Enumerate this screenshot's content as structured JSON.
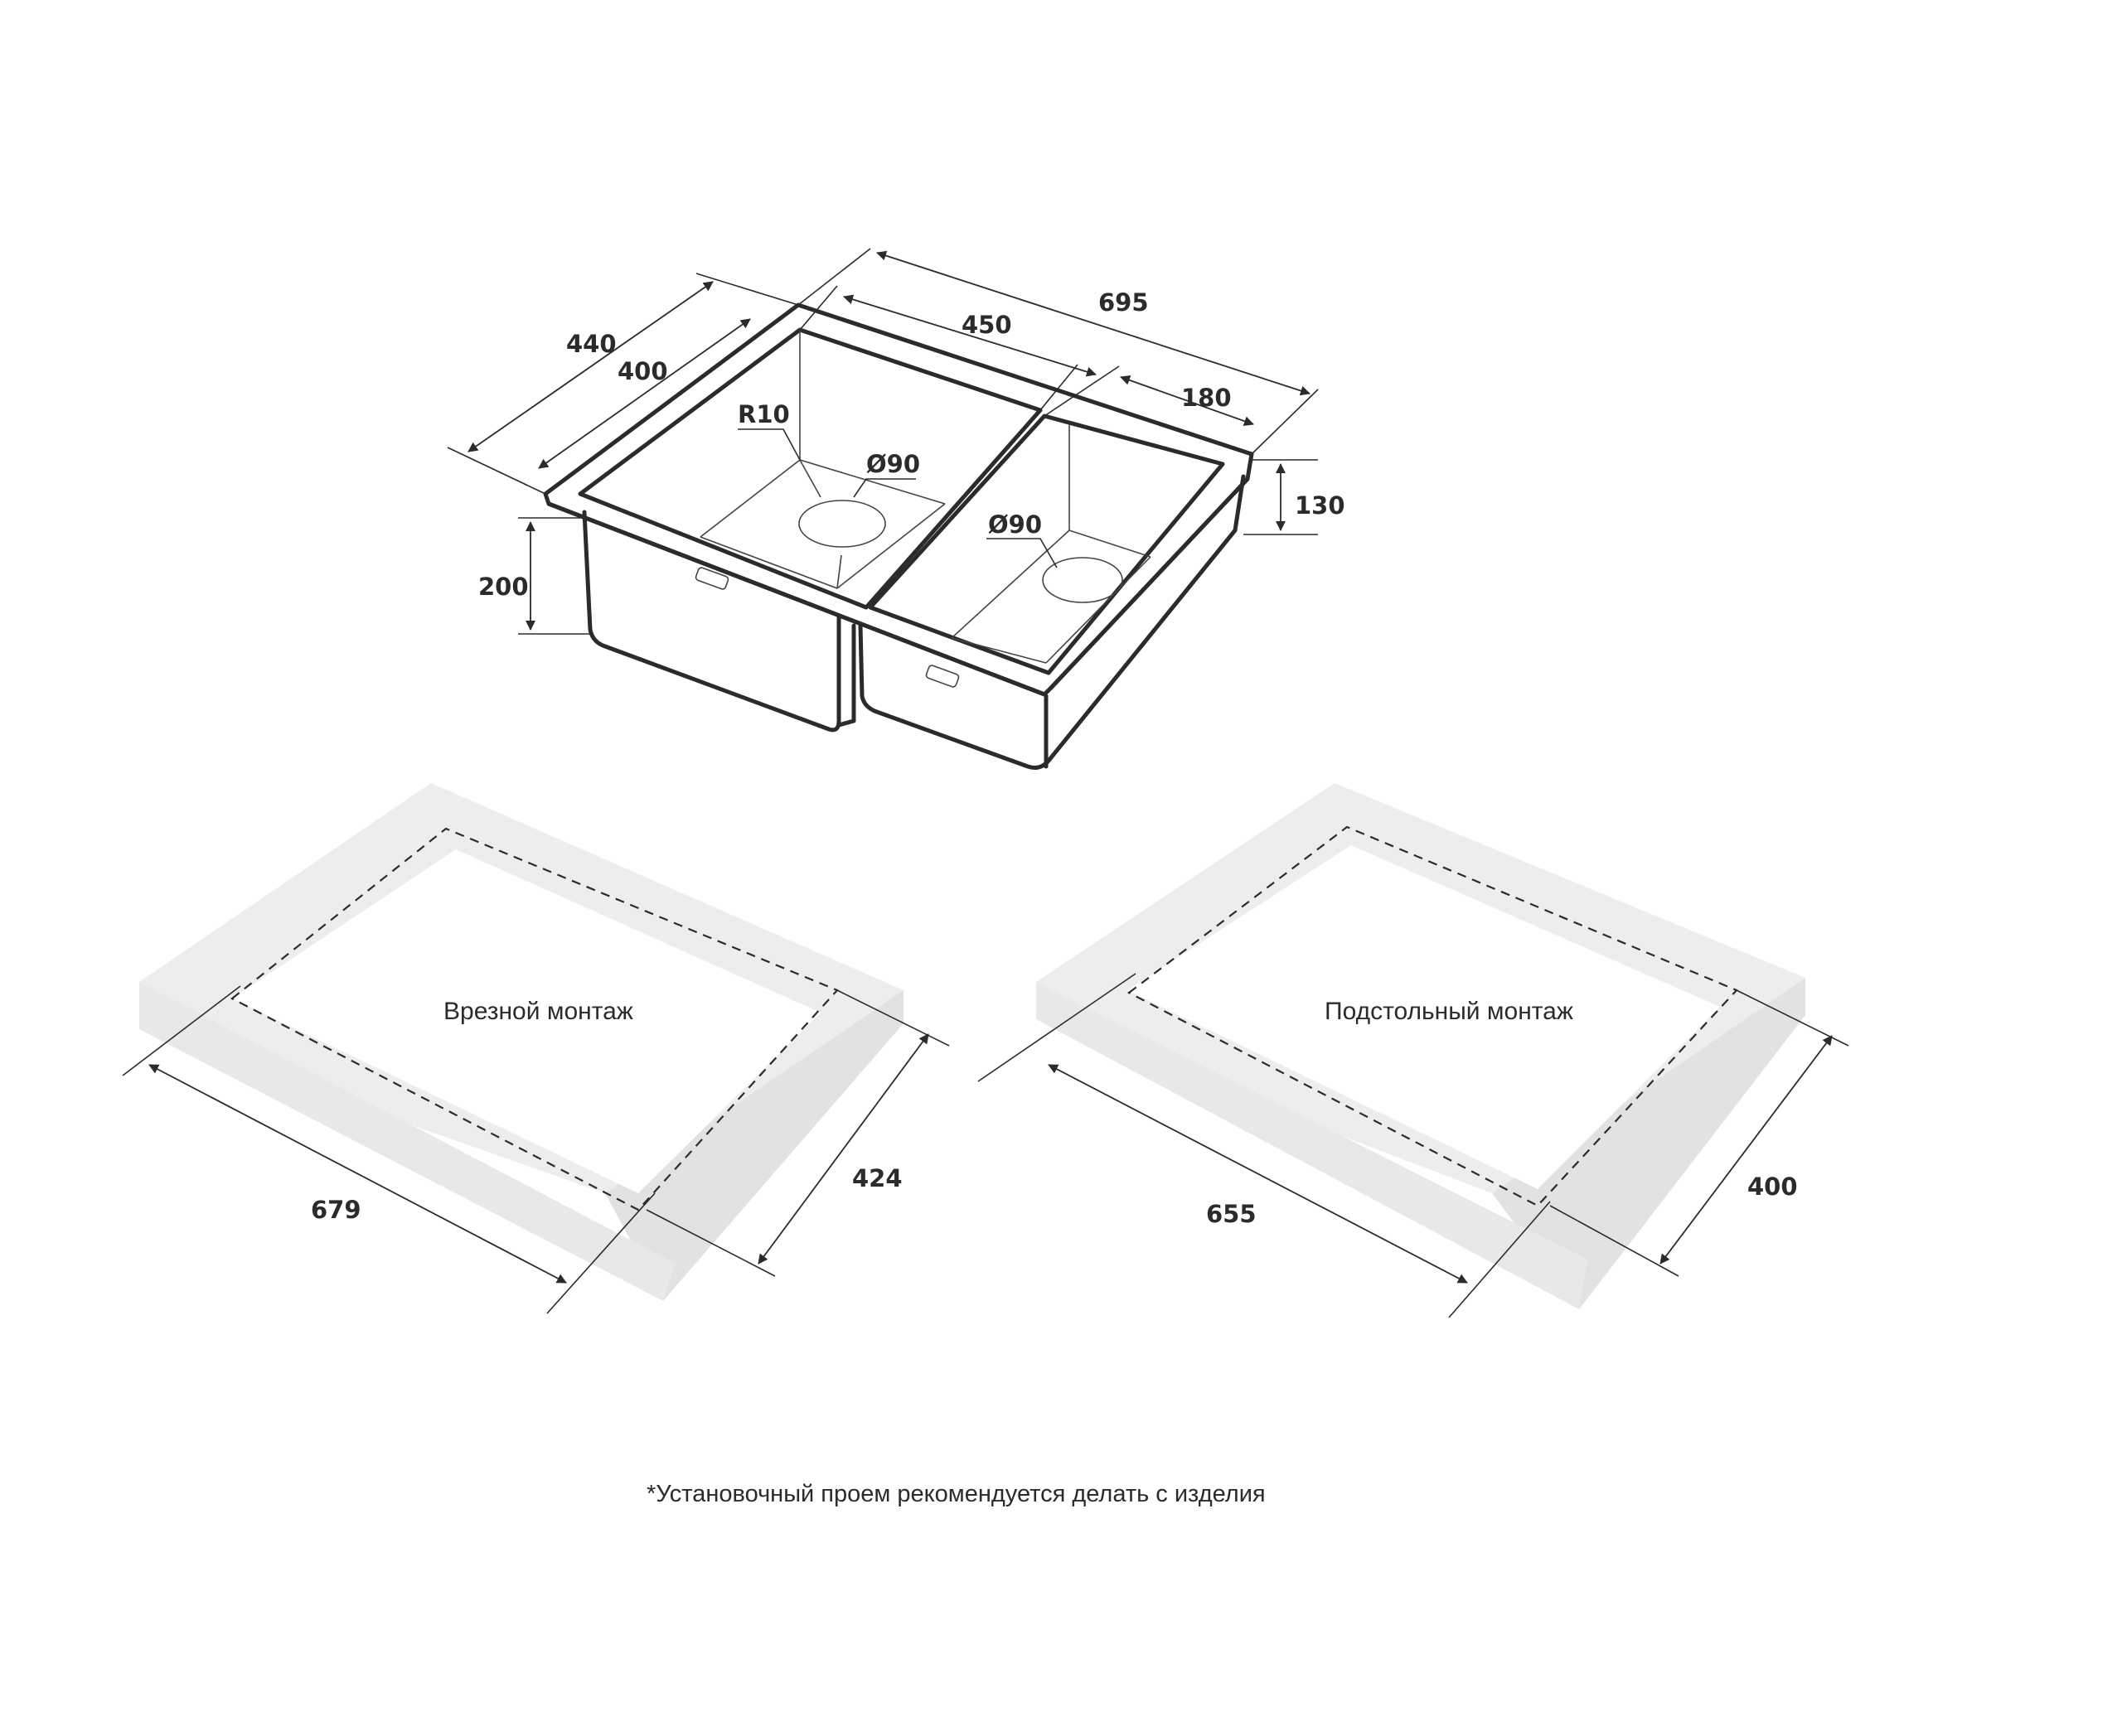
{
  "sink": {
    "dims": {
      "width_total": "695",
      "width_bowl_large": "450",
      "width_bowl_small": "180",
      "depth_total": "440",
      "depth_bowl": "400",
      "height_large": "200",
      "height_small": "130",
      "corner_radius": "R10",
      "drain_large": "Ø90",
      "drain_small": "Ø90"
    }
  },
  "cutouts": [
    {
      "caption": "Врезной монтаж",
      "width": "679",
      "depth": "424"
    },
    {
      "caption": "Подстольный монтаж",
      "width": "655",
      "depth": "400"
    }
  ],
  "footnote": "*Установочный проем рекомендуется делать с изделия"
}
